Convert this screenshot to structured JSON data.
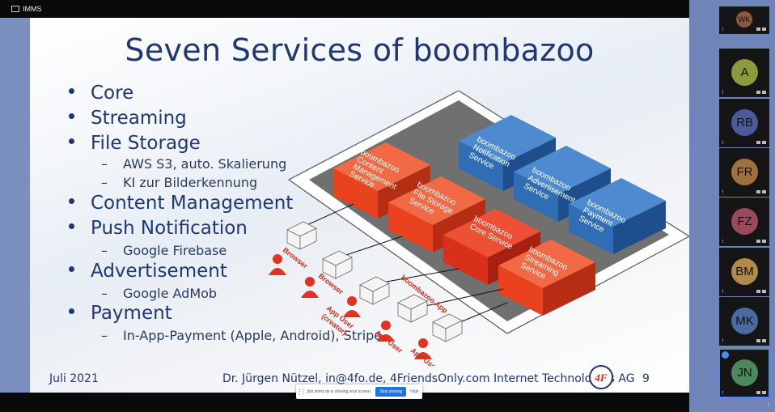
{
  "window": {
    "app_label": "IMMS"
  },
  "slide": {
    "title": "Seven Services of boombazoo",
    "bullets": [
      "Core",
      "Streaming",
      "File Storage",
      "Content Management",
      "Push Notification",
      "Advertisement",
      "Payment"
    ],
    "subbullets": {
      "file_storage": [
        "AWS S3, auto. Skalierung",
        "KI zur Bilderkennung"
      ],
      "push": [
        "Google Firebase"
      ],
      "advertisement": [
        "Google AdMob"
      ],
      "payment": [
        "In-App-Payment (Apple, Android), Stripe"
      ]
    },
    "footer": {
      "date": "Juli 2021",
      "author": "Dr. Jürgen Nützel, in@4fo.de, 4FriendsOnly.com Internet Technologies AG",
      "page": "9",
      "logo": "4F"
    },
    "diagram": {
      "services_red": [
        [
          "boombazoo",
          "Content",
          "Management",
          "Service"
        ],
        [
          "boombazoo",
          "File Storage",
          "Service"
        ],
        [
          "boombazoo",
          "Core Service"
        ],
        [
          "boombazoo",
          "Streaming",
          "Service"
        ]
      ],
      "services_blue": [
        [
          "boombazoo",
          "Notification",
          "Service"
        ],
        [
          "boombazoo",
          "Advertisement",
          "Service"
        ],
        [
          "boombazoo",
          "Payment",
          "Service"
        ]
      ],
      "clients": [
        "Browser",
        "Browser",
        "App User",
        "(creator)",
        "App User",
        "App User",
        "boombazoo App"
      ],
      "colors": {
        "red": "#e8421e",
        "blue": "#2f6db5",
        "platform": "#707070"
      }
    }
  },
  "share_bar": {
    "text": "jitsi.imms.de is sharing your screen.",
    "stop_label": "Stop sharing",
    "hide_label": "Hide"
  },
  "participants": [
    {
      "initials": "WK",
      "color": "#8b5a3c"
    },
    {
      "initials": "A",
      "color": "#8a9a3c"
    },
    {
      "initials": "RB",
      "color": "#4a5a9a"
    },
    {
      "initials": "FR",
      "color": "#a07040"
    },
    {
      "initials": "FZ",
      "color": "#9a4a5a"
    },
    {
      "initials": "BM",
      "color": "#b08a4a"
    },
    {
      "initials": "MK",
      "color": "#4a6aa0"
    },
    {
      "initials": "JN",
      "color": "#4a8a5a"
    }
  ]
}
